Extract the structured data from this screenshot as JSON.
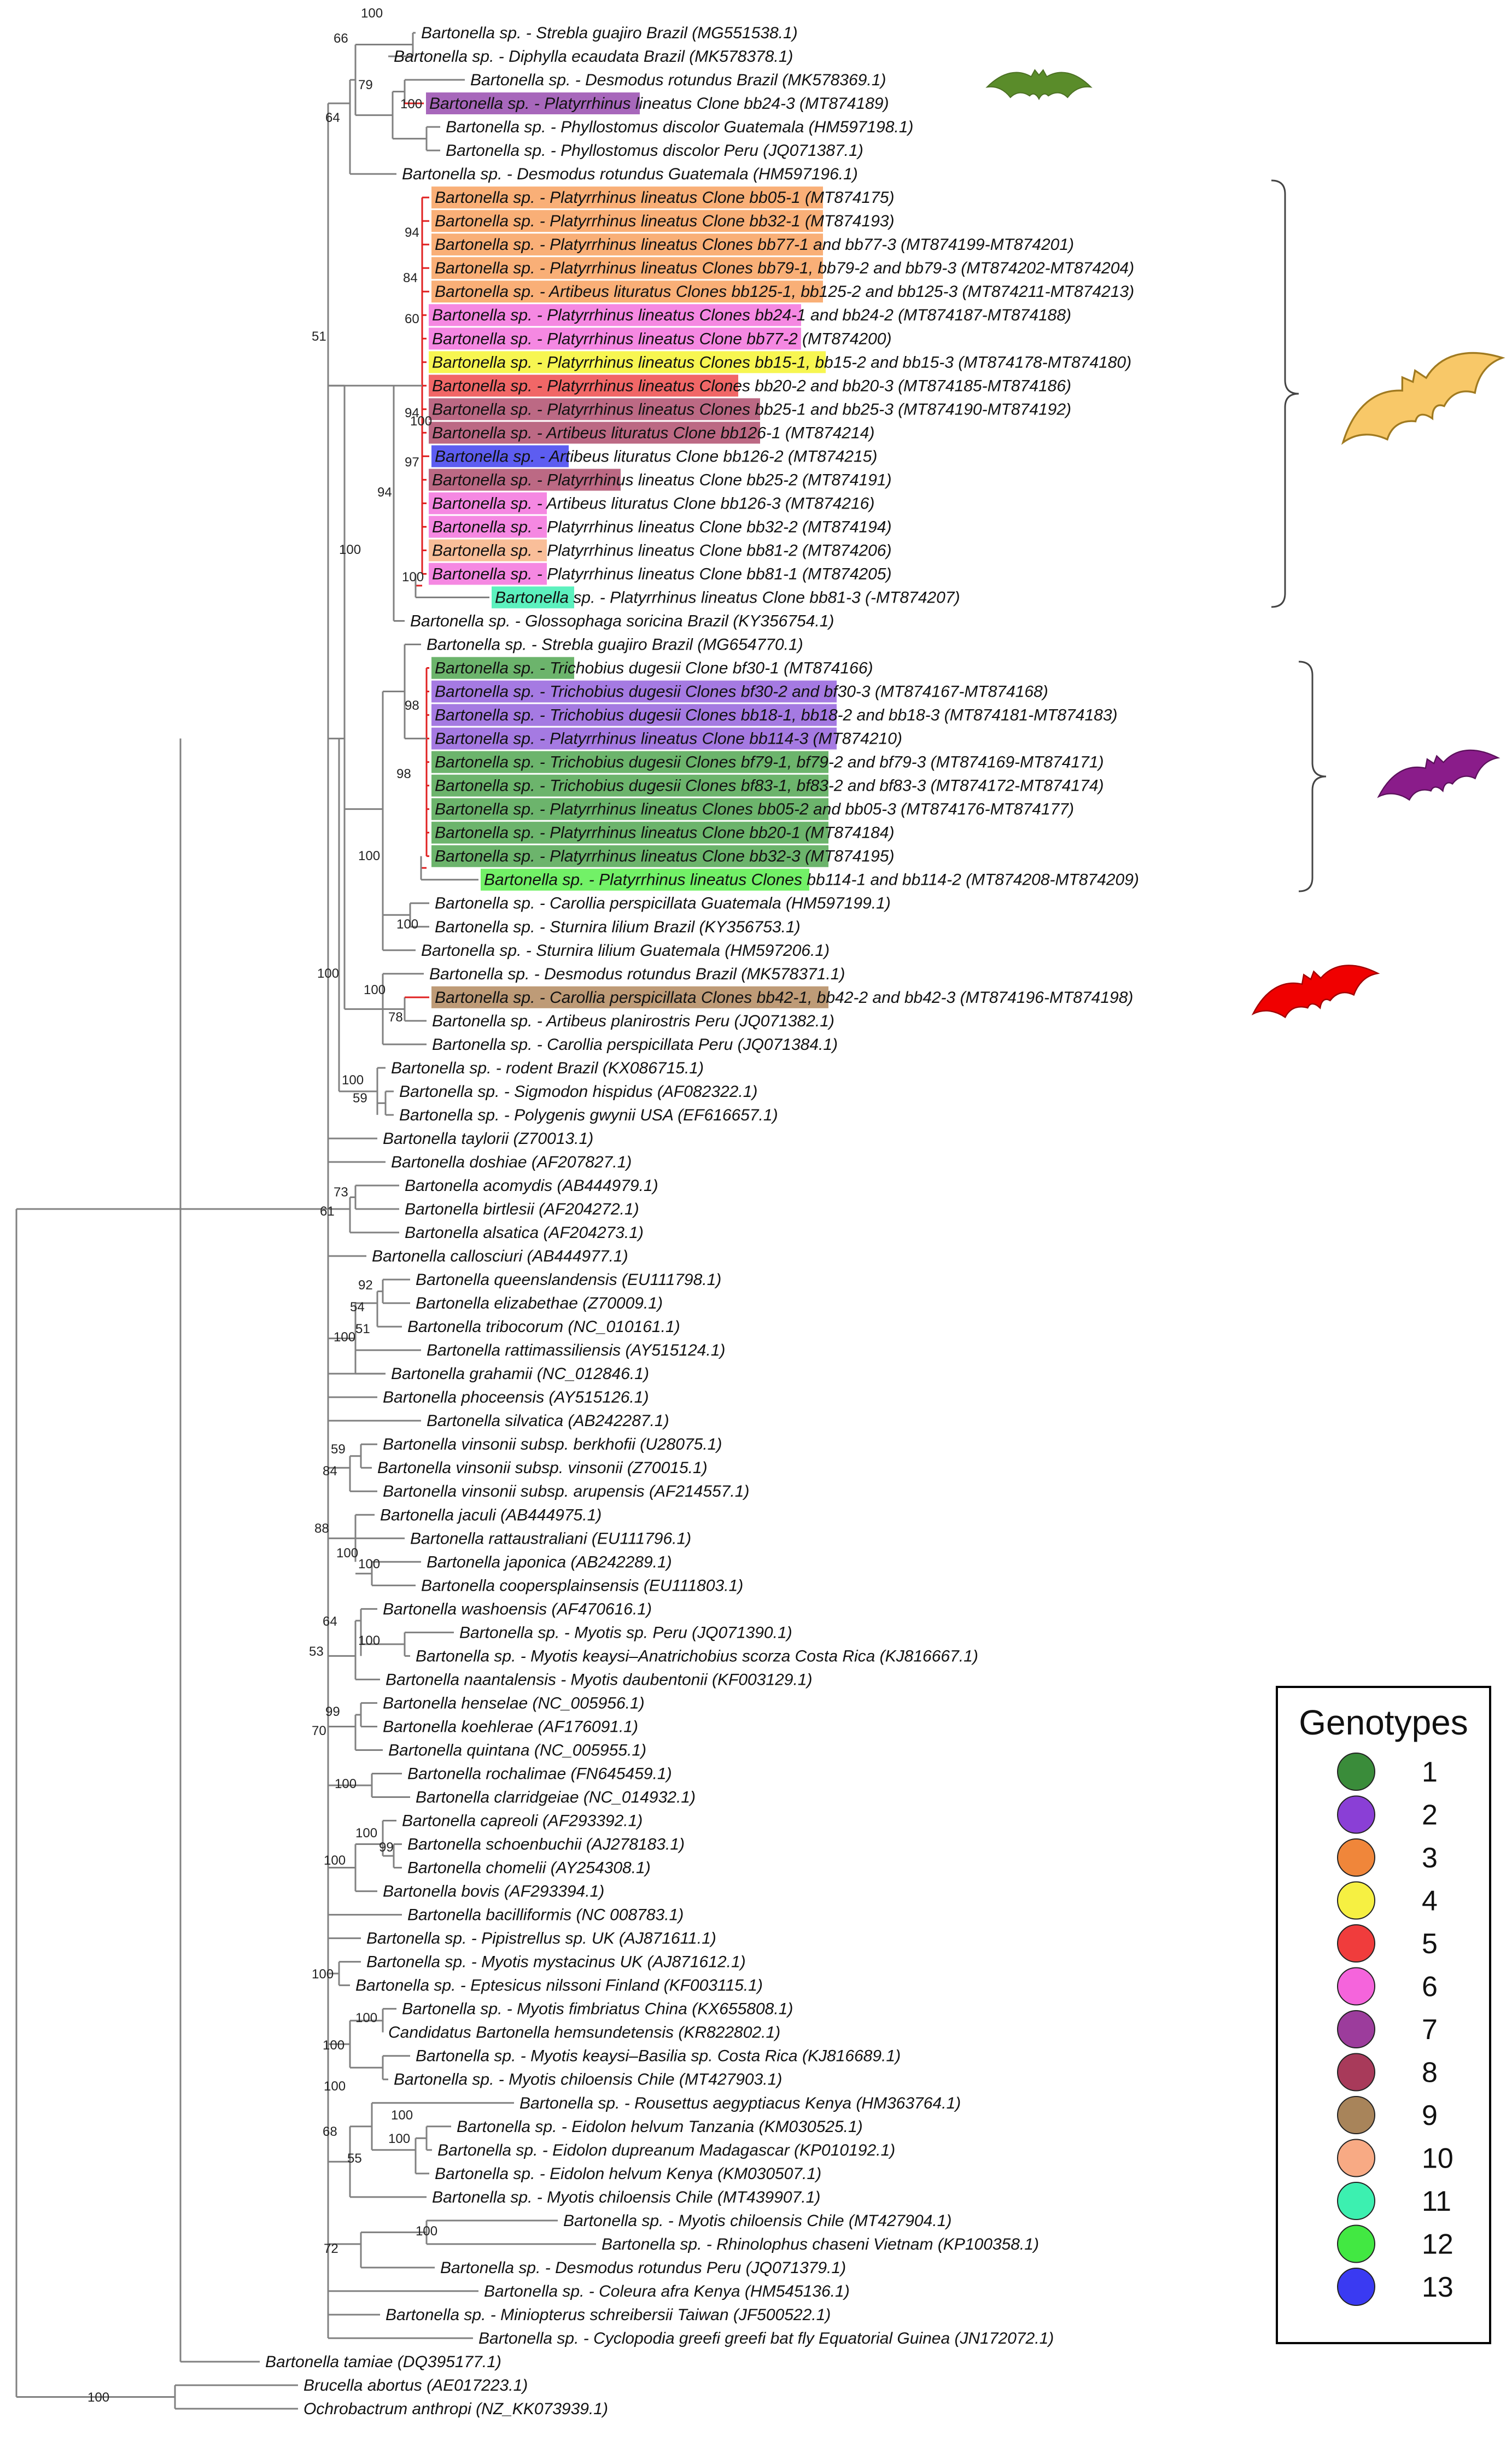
{
  "leaves": [
    {
      "label": "Bartonella sp. - Strebla guajiro Brazil (MG551538.1)",
      "color": null
    },
    {
      "label": "Bartonella sp. - Diphylla ecaudata Brazil (MK578378.1)",
      "color": null
    },
    {
      "label": "Bartonella sp. - Desmodus rotundus Brazil (MK578369.1)",
      "color": null
    },
    {
      "label": "Bartonella sp. - Platyrrhinus lineatus Clone bb24-3 (MT874189)",
      "color": "#a05ab5"
    },
    {
      "label": "Bartonella sp. - Phyllostomus discolor Guatemala (HM597198.1)",
      "color": null
    },
    {
      "label": "Bartonella sp. - Phyllostomus discolor Peru (JQ071387.1)",
      "color": null
    },
    {
      "label": "Bartonella sp. - Desmodus rotundus Guatemala (HM597196.1)",
      "color": null
    },
    {
      "label": "Bartonella sp. - Platyrrhinus lineatus Clone bb05-1 (MT874175)",
      "color": "#f9a86b"
    },
    {
      "label": "Bartonella sp. - Platyrrhinus lineatus Clone bb32-1 (MT874193)",
      "color": "#f9a86b"
    },
    {
      "label": "Bartonella sp. - Platyrrhinus lineatus Clones bb77-1 and bb77-3 (MT874199-MT874201)",
      "color": "#f9a86b"
    },
    {
      "label": "Bartonella sp. - Platyrrhinus lineatus Clones bb79-1, bb79-2 and bb79-3 (MT874202-MT874204)",
      "color": "#f9a86b"
    },
    {
      "label": "Bartonella sp. - Artibeus lituratus Clones bb125-1, bb125-2 and bb125-3 (MT874211-MT874213)",
      "color": "#f9a86b"
    },
    {
      "label": "Bartonella sp. - Platyrrhinus lineatus Clones bb24-1 and bb24-2 (MT874187-MT874188)",
      "color": "#f47ee0"
    },
    {
      "label": "Bartonella sp. - Platyrrhinus lineatus Clone bb77-2 (MT874200)",
      "color": "#f47ee0"
    },
    {
      "label": "Bartonella sp. - Platyrrhinus lineatus Clones bb15-1, bb15-2 and bb15-3 (MT874178-MT874180)",
      "color": "#f6f542"
    },
    {
      "label": "Bartonella sp. - Platyrrhinus lineatus Clones bb20-2 and bb20-3 (MT874185-MT874186)",
      "color": "#f05a5a"
    },
    {
      "label": "Bartonella sp. - Platyrrhinus lineatus Clones bb25-1 and bb25-3 (MT874190-MT874192)",
      "color": "#b65c7a"
    },
    {
      "label": "Bartonella sp. - Artibeus lituratus Clone bb126-1 (MT874214)",
      "color": "#b65c7a"
    },
    {
      "label": "Bartonella sp. - Artibeus lituratus Clone bb126-2 (MT874215)",
      "color": "#4f4ff0"
    },
    {
      "label": "Bartonella sp. - Platyrrhinus lineatus Clone bb25-2 (MT874191)",
      "color": "#b65c7a"
    },
    {
      "label": "Bartonella sp. - Artibeus lituratus Clone bb126-3 (MT874216)",
      "color": "#f47ee0"
    },
    {
      "label": "Bartonella sp. - Platyrrhinus lineatus Clone bb32-2 (MT874194)",
      "color": "#f47ee0"
    },
    {
      "label": "Bartonella sp. - Platyrrhinus lineatus Clone bb81-2 (MT874206)",
      "color": "#f8b890"
    },
    {
      "label": "Bartonella sp. - Platyrrhinus lineatus Clone bb81-1 (MT874205)",
      "color": "#f47ee0"
    },
    {
      "label": "Bartonella sp. - Platyrrhinus lineatus Clone bb81-3 (-MT874207)",
      "color": "#4ef0b8"
    },
    {
      "label": "Bartonella sp. - Glossophaga soricina Brazil (KY356754.1)",
      "color": null
    },
    {
      "label": "Bartonella sp. - Strebla guajiro Brazil (MG654770.1)",
      "color": null
    },
    {
      "label": "Bartonella sp. - Trichobius dugesii Clone bf30-1 (MT874166)",
      "color": "#5fae5f"
    },
    {
      "label": "Bartonella sp. - Trichobius dugesii Clones bf30-2 and bf30-3 (MT874167-MT874168)",
      "color": "#9d6fe0"
    },
    {
      "label": "Bartonella sp. - Trichobius dugesii Clones bb18-1, bb18-2 and bb18-3 (MT874181-MT874183)",
      "color": "#9d6fe0"
    },
    {
      "label": "Bartonella sp. - Platyrrhinus lineatus Clone bb114-3 (MT874210)",
      "color": "#9d6fe0"
    },
    {
      "label": "Bartonella sp. - Trichobius dugesii Clones bf79-1, bf79-2 and bf79-3 (MT874169-MT874171)",
      "color": "#5fae5f"
    },
    {
      "label": "Bartonella sp. - Trichobius dugesii Clones bf83-1, bf83-2 and bf83-3 (MT874172-MT874174)",
      "color": "#5fae5f"
    },
    {
      "label": "Bartonella sp. - Platyrrhinus lineatus Clones bb05-2 and bb05-3 (MT874176-MT874177)",
      "color": "#5fae5f"
    },
    {
      "label": "Bartonella sp. - Platyrrhinus lineatus Clone bb20-1 (MT874184)",
      "color": "#5fae5f"
    },
    {
      "label": "Bartonella sp. - Platyrrhinus lineatus Clone bb32-3 (MT874195)",
      "color": "#5fae5f"
    },
    {
      "label": "Bartonella sp. - Platyrrhinus lineatus Clones bb114-1 and bb114-2 (MT874208-MT874209)",
      "color": "#66f05a"
    },
    {
      "label": "Bartonella sp. - Carollia perspicillata Guatemala (HM597199.1)",
      "color": null
    },
    {
      "label": "Bartonella sp. - Sturnira lilium Brazil (KY356753.1)",
      "color": null
    },
    {
      "label": "Bartonella sp. - Sturnira lilium Guatemala (HM597206.1)",
      "color": null
    },
    {
      "label": "Bartonella sp. - Desmodus rotundus Brazil (MK578371.1)",
      "color": null
    },
    {
      "label": "Bartonella sp. - Carollia perspicillata Clones bb42-1, bb42-2 and bb42-3 (MT874196-MT874198)",
      "color": "#b8936b"
    },
    {
      "label": "Bartonella sp. - Artibeus planirostris Peru (JQ071382.1)",
      "color": null
    },
    {
      "label": "Bartonella sp. - Carollia perspicillata Peru (JQ071384.1)",
      "color": null
    },
    {
      "label": "Bartonella sp. - rodent Brazil (KX086715.1)",
      "color": null
    },
    {
      "label": "Bartonella sp. - Sigmodon hispidus (AF082322.1)",
      "color": null
    },
    {
      "label": "Bartonella sp. - Polygenis gwynii USA (EF616657.1)",
      "color": null
    },
    {
      "label": "Bartonella taylorii (Z70013.1)",
      "color": null
    },
    {
      "label": "Bartonella doshiae (AF207827.1)",
      "color": null
    },
    {
      "label": "Bartonella acomydis (AB444979.1)",
      "color": null
    },
    {
      "label": "Bartonella birtlesii (AF204272.1)",
      "color": null
    },
    {
      "label": "Bartonella alsatica (AF204273.1)",
      "color": null
    },
    {
      "label": "Bartonella callosciuri (AB444977.1)",
      "color": null
    },
    {
      "label": "Bartonella queenslandensis (EU111798.1)",
      "color": null
    },
    {
      "label": "Bartonella elizabethae (Z70009.1)",
      "color": null
    },
    {
      "label": "Bartonella tribocorum (NC_010161.1)",
      "color": null
    },
    {
      "label": "Bartonella rattimassiliensis (AY515124.1)",
      "color": null
    },
    {
      "label": "Bartonella grahamii (NC_012846.1)",
      "color": null
    },
    {
      "label": "Bartonella phoceensis (AY515126.1)",
      "color": null
    },
    {
      "label": "Bartonella silvatica (AB242287.1)",
      "color": null
    },
    {
      "label": "Bartonella vinsonii subsp. berkhofii (U28075.1)",
      "color": null
    },
    {
      "label": "Bartonella vinsonii subsp. vinsonii (Z70015.1)",
      "color": null
    },
    {
      "label": "Bartonella vinsonii subsp. arupensis (AF214557.1)",
      "color": null
    },
    {
      "label": "Bartonella jaculi (AB444975.1)",
      "color": null
    },
    {
      "label": "Bartonella rattaustraliani (EU111796.1)",
      "color": null
    },
    {
      "label": "Bartonella japonica (AB242289.1)",
      "color": null
    },
    {
      "label": "Bartonella coopersplainsensis (EU111803.1)",
      "color": null
    },
    {
      "label": "Bartonella washoensis (AF470616.1)",
      "color": null
    },
    {
      "label": "Bartonella sp. - Myotis sp. Peru (JQ071390.1)",
      "color": null
    },
    {
      "label": "Bartonella sp. - Myotis keaysi–Anatrichobius scorza Costa Rica (KJ816667.1)",
      "color": null
    },
    {
      "label": "Bartonella naantalensis - Myotis daubentonii (KF003129.1)",
      "color": null
    },
    {
      "label": "Bartonella henselae (NC_005956.1)",
      "color": null
    },
    {
      "label": "Bartonella koehlerae (AF176091.1)",
      "color": null
    },
    {
      "label": "Bartonella quintana (NC_005955.1)",
      "color": null
    },
    {
      "label": "Bartonella rochalimae (FN645459.1)",
      "color": null
    },
    {
      "label": "Bartonella clarridgeiae (NC_014932.1)",
      "color": null
    },
    {
      "label": "Bartonella capreoli (AF293392.1)",
      "color": null
    },
    {
      "label": "Bartonella schoenbuchii (AJ278183.1)",
      "color": null
    },
    {
      "label": "Bartonella chomelii (AY254308.1)",
      "color": null
    },
    {
      "label": "Bartonella bovis (AF293394.1)",
      "color": null
    },
    {
      "label": "Bartonella bacilliformis (NC 008783.1)",
      "color": null
    },
    {
      "label": "Bartonella sp. - Pipistrellus sp. UK (AJ871611.1)",
      "color": null
    },
    {
      "label": "Bartonella sp. - Myotis mystacinus UK (AJ871612.1)",
      "color": null
    },
    {
      "label": "Bartonella sp. - Eptesicus nilssoni Finland (KF003115.1)",
      "color": null
    },
    {
      "label": "Bartonella sp. - Myotis fimbriatus China (KX655808.1)",
      "color": null
    },
    {
      "label": "Candidatus Bartonella hemsundetensis (KR822802.1)",
      "color": null
    },
    {
      "label": "Bartonella sp. - Myotis keaysi–Basilia sp. Costa Rica (KJ816689.1)",
      "color": null
    },
    {
      "label": "Bartonella sp. - Myotis chiloensis Chile (MT427903.1)",
      "color": null
    },
    {
      "label": "Bartonella sp. - Rousettus aegyptiacus Kenya (HM363764.1)",
      "color": null
    },
    {
      "label": "Bartonella sp. - Eidolon helvum Tanzania (KM030525.1)",
      "color": null
    },
    {
      "label": "Bartonella sp. - Eidolon dupreanum Madagascar (KP010192.1)",
      "color": null
    },
    {
      "label": "Bartonella sp. - Eidolon helvum Kenya (KM030507.1)",
      "color": null
    },
    {
      "label": "Bartonella sp. - Myotis chiloensis Chile (MT439907.1)",
      "color": null
    },
    {
      "label": "Bartonella sp. - Myotis chiloensis Chile (MT427904.1)",
      "color": null
    },
    {
      "label": "Bartonella sp. - Rhinolophus chaseni Vietnam (KP100358.1)",
      "color": null
    },
    {
      "label": "Bartonella sp. - Desmodus rotundus Peru (JQ071379.1)",
      "color": null
    },
    {
      "label": "Bartonella sp. - Coleura afra Kenya (HM545136.1)",
      "color": null
    },
    {
      "label": "Bartonella sp. - Miniopterus schreibersii Taiwan (JF500522.1)",
      "color": null
    },
    {
      "label": "Bartonella sp. - Cyclopodia greefi greefi bat fly Equatorial Guinea (JN172072.1)",
      "color": null
    },
    {
      "label": "Bartonella tamiae (DQ395177.1)",
      "color": null
    },
    {
      "label": "Brucella abortus (AE017223.1)",
      "color": null
    },
    {
      "label": "Ochrobactrum anthropi (NZ_KK073939.1)",
      "color": null
    }
  ],
  "bootstrap": [
    "100",
    "66",
    "79",
    "100",
    "64",
    "94",
    "84",
    "60",
    "94",
    "100",
    "97",
    "94",
    "100",
    "100",
    "51",
    "98",
    "98",
    "100",
    "100",
    "100",
    "100",
    "78",
    "100",
    "59",
    "73",
    "61",
    "92",
    "54",
    "100",
    "51",
    "59",
    "84",
    "88",
    "100",
    "100",
    "64",
    "100",
    "53",
    "99",
    "70",
    "100",
    "100",
    "99",
    "100",
    "100",
    "100",
    "100",
    "100",
    "100",
    "68",
    "100",
    "55",
    "100",
    "72",
    "100"
  ],
  "legend": {
    "title": "Genotypes",
    "items": [
      {
        "label": "1",
        "color": "#3a8c3a"
      },
      {
        "label": "2",
        "color": "#8a3fd6"
      },
      {
        "label": "3",
        "color": "#f0863a"
      },
      {
        "label": "4",
        "color": "#f6f042"
      },
      {
        "label": "5",
        "color": "#f03c3c"
      },
      {
        "label": "6",
        "color": "#f564dc"
      },
      {
        "label": "7",
        "color": "#9c3c9c"
      },
      {
        "label": "8",
        "color": "#a83a5a"
      },
      {
        "label": "9",
        "color": "#a8845a"
      },
      {
        "label": "10",
        "color": "#f8aa84"
      },
      {
        "label": "11",
        "color": "#3cf0b0"
      },
      {
        "label": "12",
        "color": "#42e842"
      },
      {
        "label": "13",
        "color": "#3a3af2"
      }
    ]
  },
  "bats": [
    {
      "icon": "green-bat-icon",
      "color": "#5a8c2a"
    },
    {
      "icon": "yellow-bat-icon",
      "color": "#f8c868"
    },
    {
      "icon": "purple-bat-icon",
      "color": "#8a1c8a"
    },
    {
      "icon": "red-bat-icon",
      "color": "#f00000"
    }
  ],
  "tree_line_color": "#808080",
  "highlight_branch_color": "#e02020"
}
